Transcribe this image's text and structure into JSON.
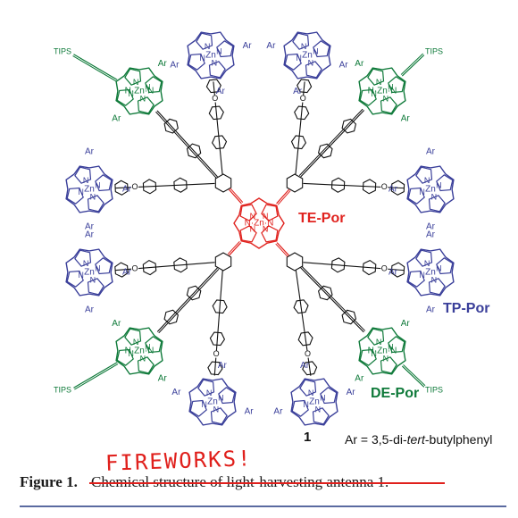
{
  "labels": {
    "te_por": "TE-Por",
    "tp_por": "TP-Por",
    "de_por": "DE-Por",
    "compound_number": "1",
    "ar_definition_prefix": "Ar = 3,5-di-",
    "ar_definition_italic": "tert",
    "ar_definition_suffix": "-butylphenyl"
  },
  "atoms": {
    "ar": "Ar",
    "n": "N",
    "zn": "Zn",
    "o": "O",
    "tips": "TIPS",
    "zn_core": "N·Zn·N"
  },
  "caption": {
    "figure_label": "Figure 1.",
    "text": "Chemical structure of light-harvesting antenna 1.",
    "annotation": "FIREWORKS!"
  },
  "colors": {
    "te_por": "#e0231f",
    "tp_por": "#3a3f9a",
    "de_por": "#0f7a3a",
    "linker": "#111111",
    "annotation": "#e0201c",
    "rule": "#5a6aa0"
  }
}
